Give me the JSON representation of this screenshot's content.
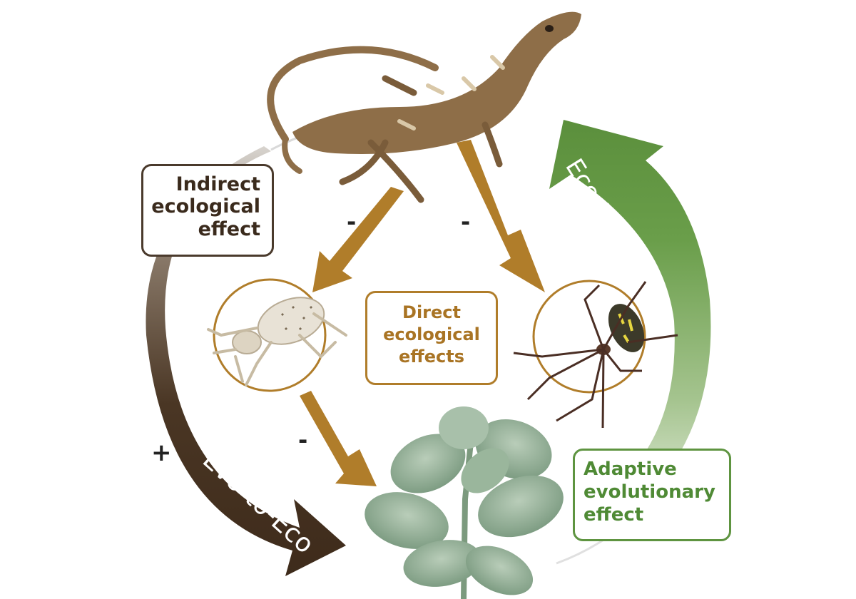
{
  "colors": {
    "brown_dark": "#4a3624",
    "gold": "#b07d2a",
    "green": "#5e9440",
    "lizard": "#8e6e48",
    "leaf": "#8fae95"
  },
  "labels": {
    "indirect": [
      "Indirect",
      "ecological",
      "effect"
    ],
    "direct": [
      "Direct",
      "ecological",
      "effects"
    ],
    "adaptive": [
      "Adaptive",
      "evolutionary",
      "effect"
    ],
    "eco_to_evo": "Eco-to-Evo",
    "evo_to_eco": "Evo-to-Eco"
  },
  "signs": {
    "lizard_to_weevil": "-",
    "lizard_to_spider": "-",
    "weevil_to_plant": "-",
    "evo_to_eco": "+"
  },
  "organisms": {
    "top": "lizard-icon",
    "left": "weevil-icon",
    "right": "spider-icon",
    "bottom": "plant-icon"
  }
}
